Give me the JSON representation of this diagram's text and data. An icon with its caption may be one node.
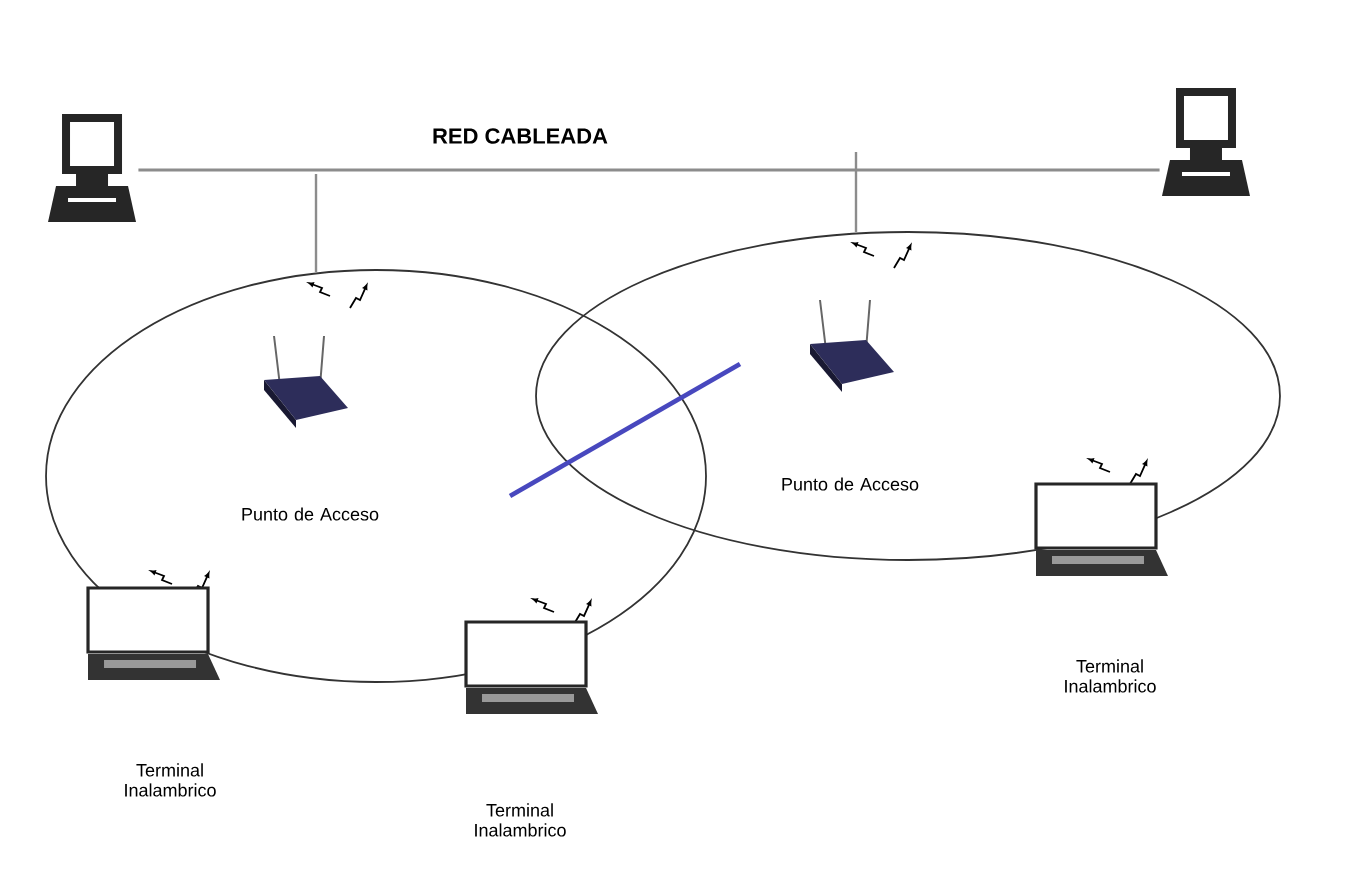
{
  "diagram": {
    "nodes": [
      {
        "text": [],
        "shape": "computer"
      },
      {
        "text": [],
        "shape": "computer"
      },
      {
        "text": [
          "Punto de Acceso"
        ]
      },
      {
        "text": [
          "Punto de Acceso"
        ]
      },
      {
        "text": [
          "Terminal Inalambrico"
        ]
      },
      {
        "text": [
          "Terminal Inalambrico"
        ]
      },
      {
        "text": [
          "Terminal Inalambrico"
        ]
      }
    ],
    "edges": [
      {
        "from": 0,
        "to": 1,
        "arrow": "none",
        "label": "RED CABLEADA"
      }
    ]
  }
}
